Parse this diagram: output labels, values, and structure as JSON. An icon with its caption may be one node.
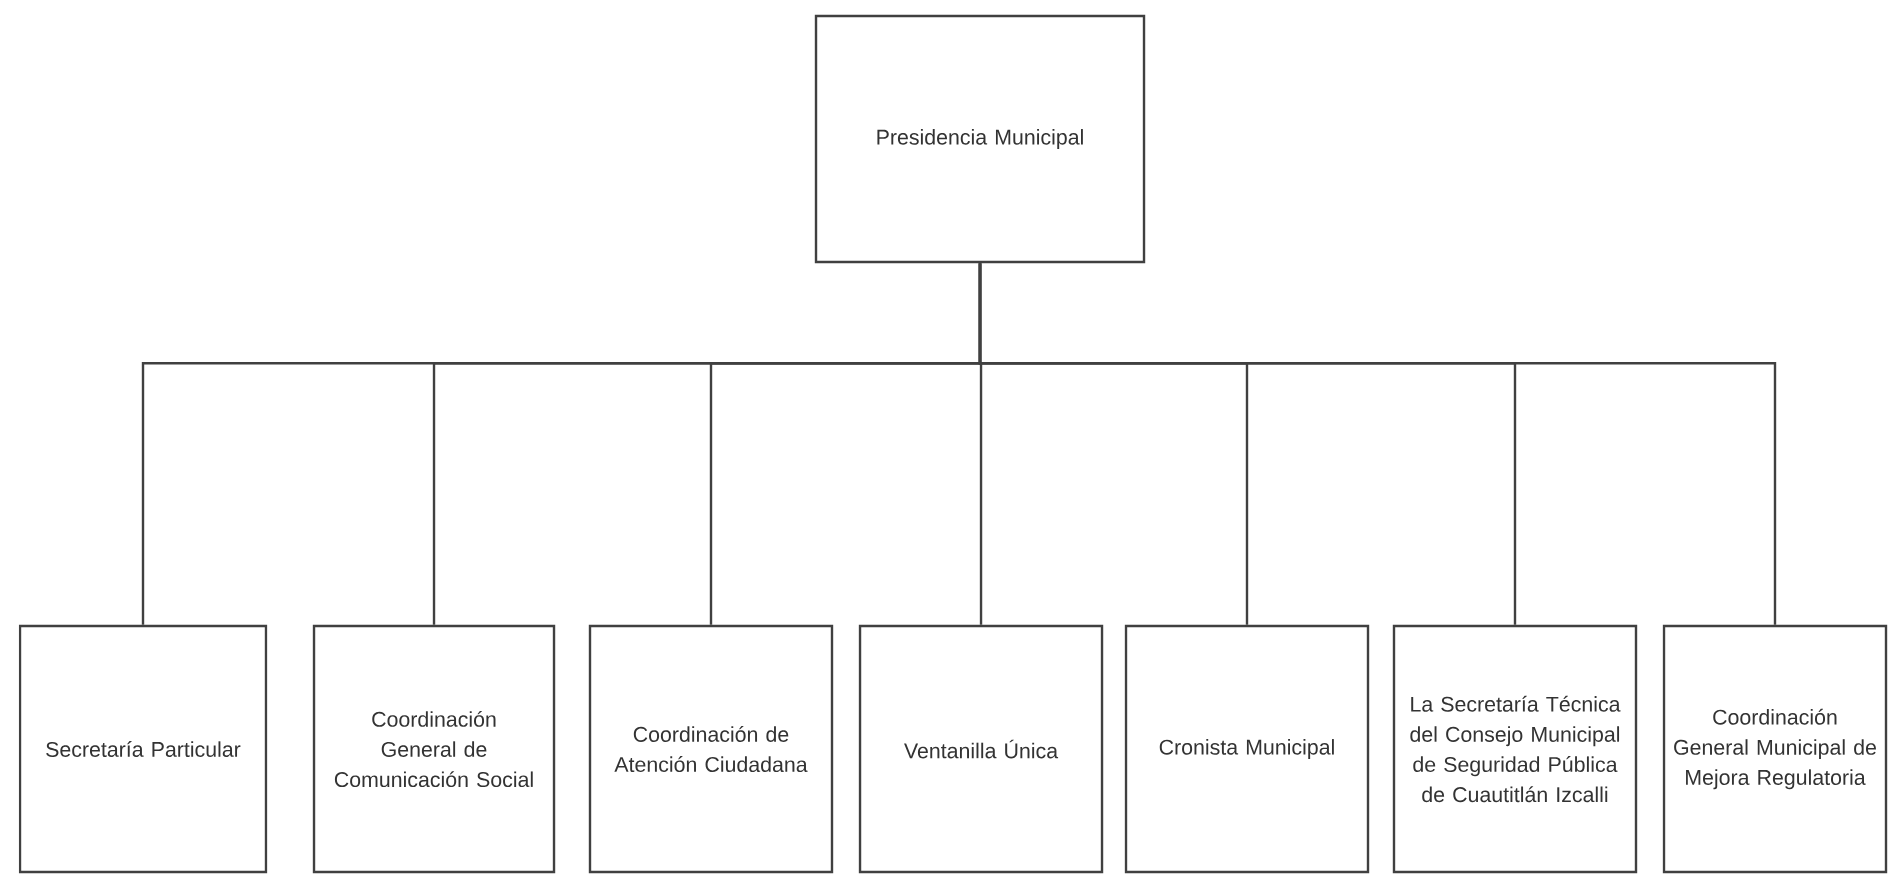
{
  "diagram": {
    "nodes": [
      {
        "text": [
          "Presidencia Municipal"
        ]
      },
      {
        "text": [
          "Secretaría Particular"
        ]
      },
      {
        "text": [
          "Coordinación General de Comunicación Social"
        ]
      },
      {
        "text": [
          "Coordinación de Atención Ciudadana"
        ]
      },
      {
        "text": [
          "Ventanilla Única"
        ]
      },
      {
        "text": [
          "Cronista Municipal"
        ]
      },
      {
        "text": [
          "La Secretaría Técnica del Consejo Municipal de Seguridad Pública de Cuautitlán Izcalli"
        ]
      },
      {
        "text": [
          "Coordinación General Municipal de Mejora Regulatoria"
        ]
      }
    ],
    "edges": [
      {
        "from": 0,
        "to": 1,
        "arrow": "none"
      },
      {
        "from": 0,
        "to": 2,
        "arrow": "none"
      },
      {
        "from": 0,
        "to": 3,
        "arrow": "none"
      },
      {
        "from": 0,
        "to": 4,
        "arrow": "none"
      },
      {
        "from": 0,
        "to": 5,
        "arrow": "none"
      },
      {
        "from": 0,
        "to": 6,
        "arrow": "none"
      },
      {
        "from": 0,
        "to": 7,
        "arrow": "none"
      }
    ]
  }
}
